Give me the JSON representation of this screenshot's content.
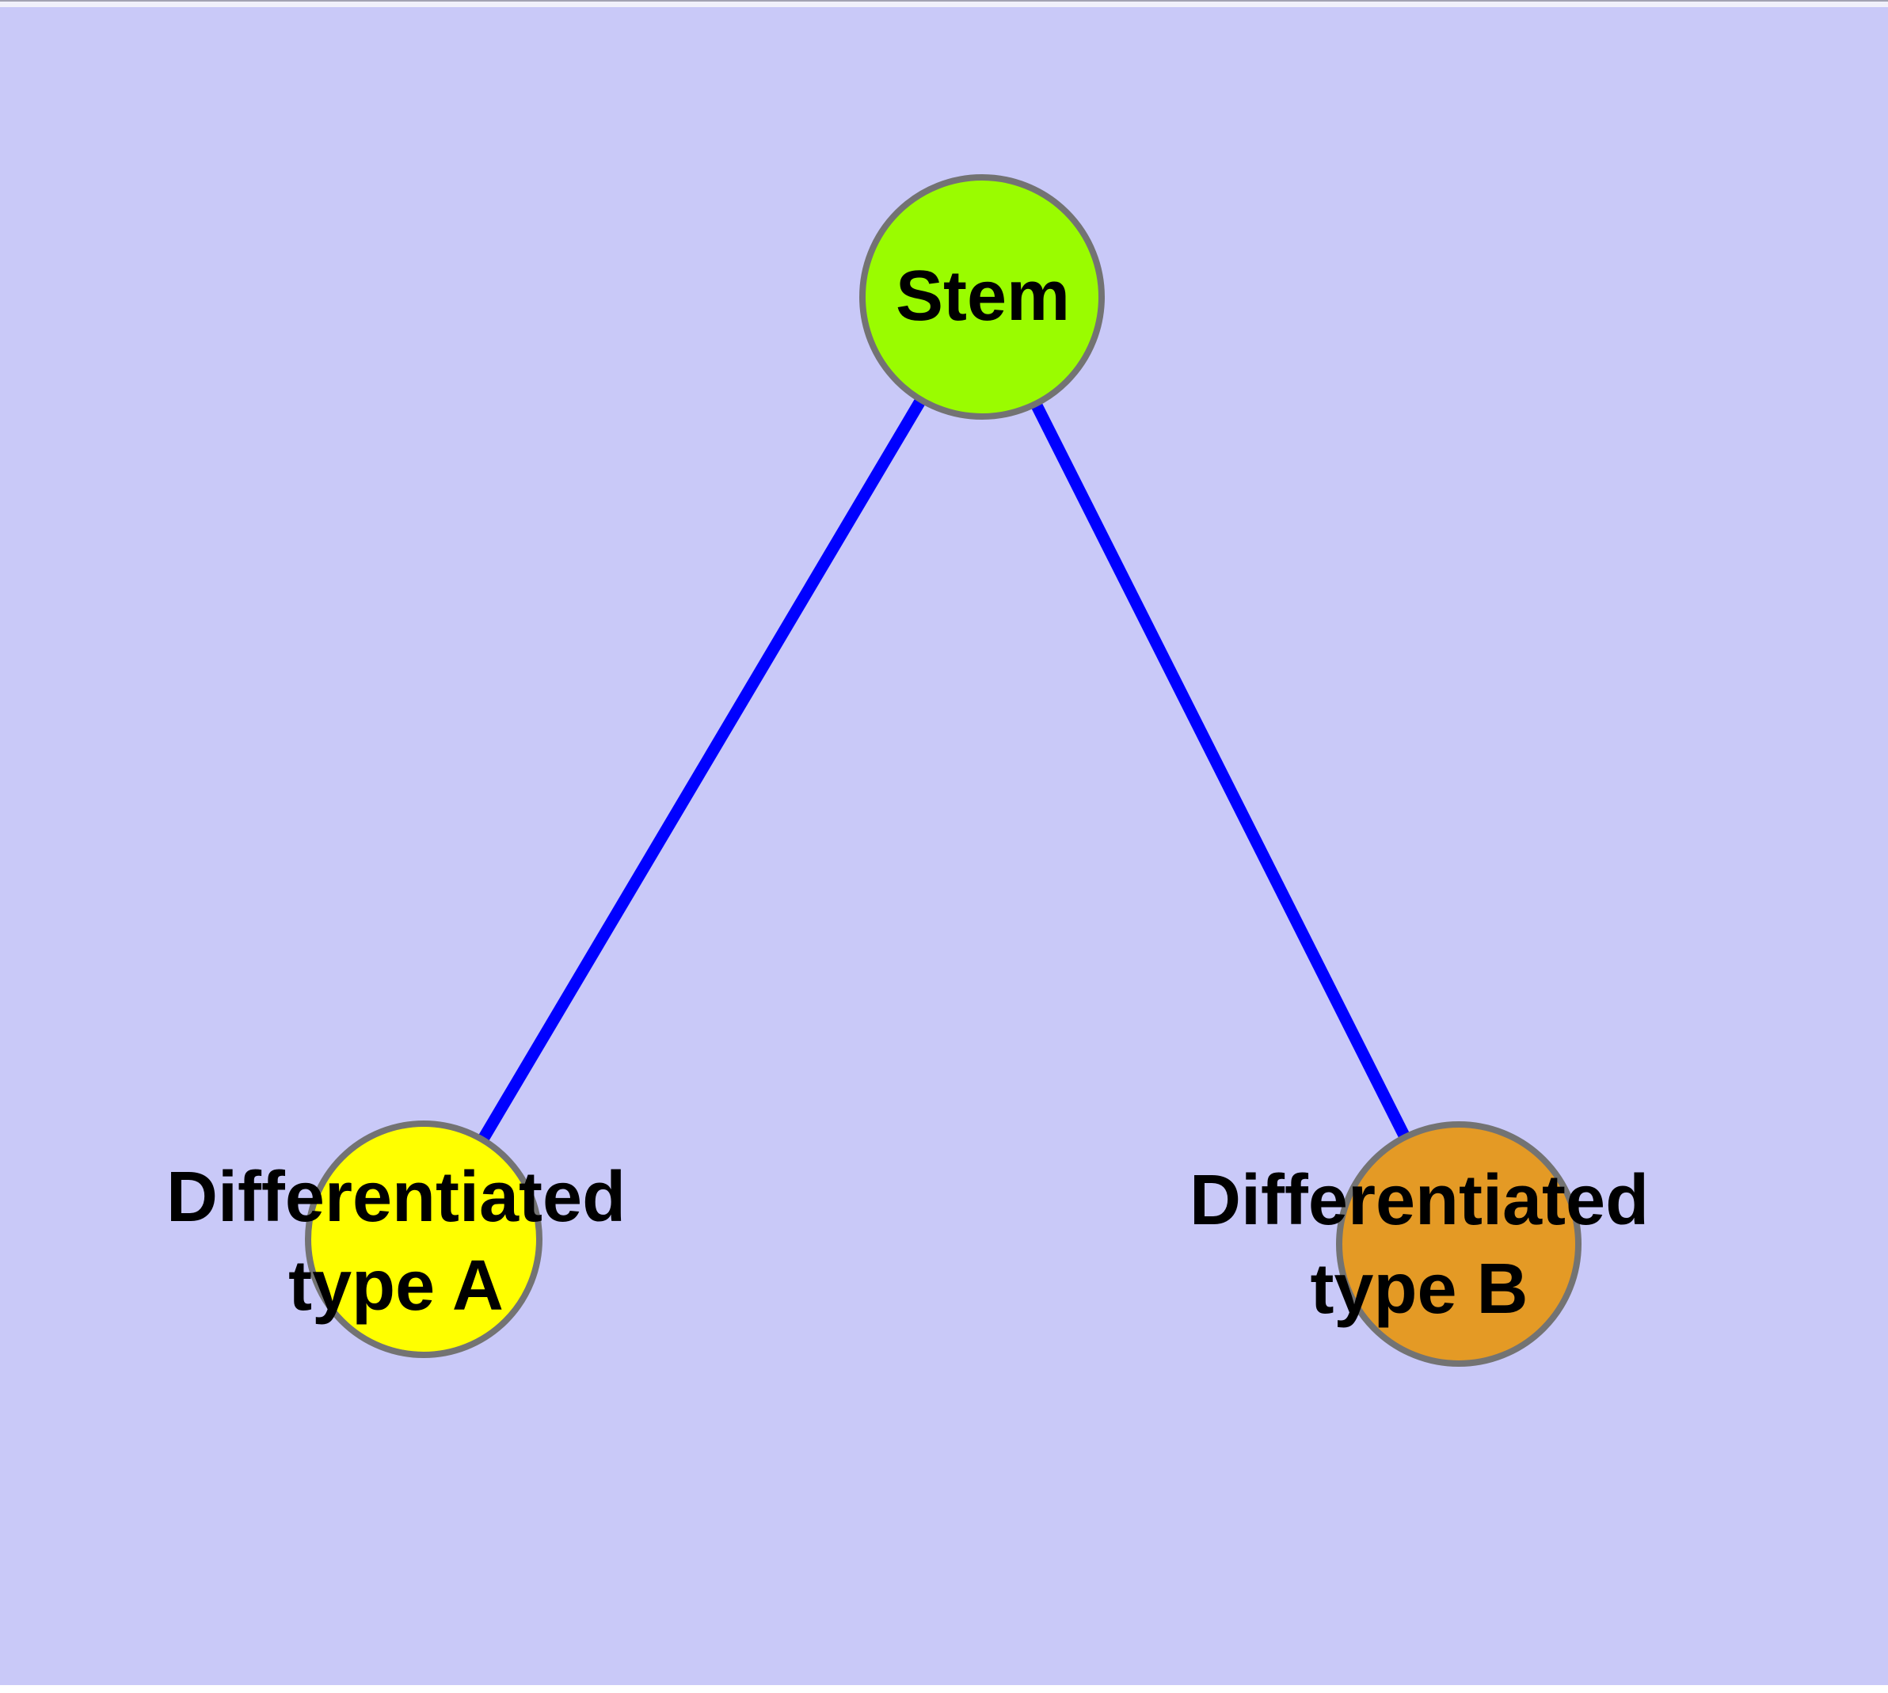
{
  "diagram": {
    "background_color": "#C9C9F8",
    "edge_color": "#0000FF",
    "node_border_color": "#737373",
    "nodes": {
      "stem": {
        "label": "Stem",
        "fill": "#9AFC00"
      },
      "type_a": {
        "label": "Differentiated\ntype A",
        "fill": "#FFFF00"
      },
      "type_b": {
        "label": "Differentiated\ntype B",
        "fill": "#E49A25"
      }
    },
    "edges": [
      {
        "from": "stem",
        "to": "type_a"
      },
      {
        "from": "stem",
        "to": "type_b"
      }
    ]
  }
}
